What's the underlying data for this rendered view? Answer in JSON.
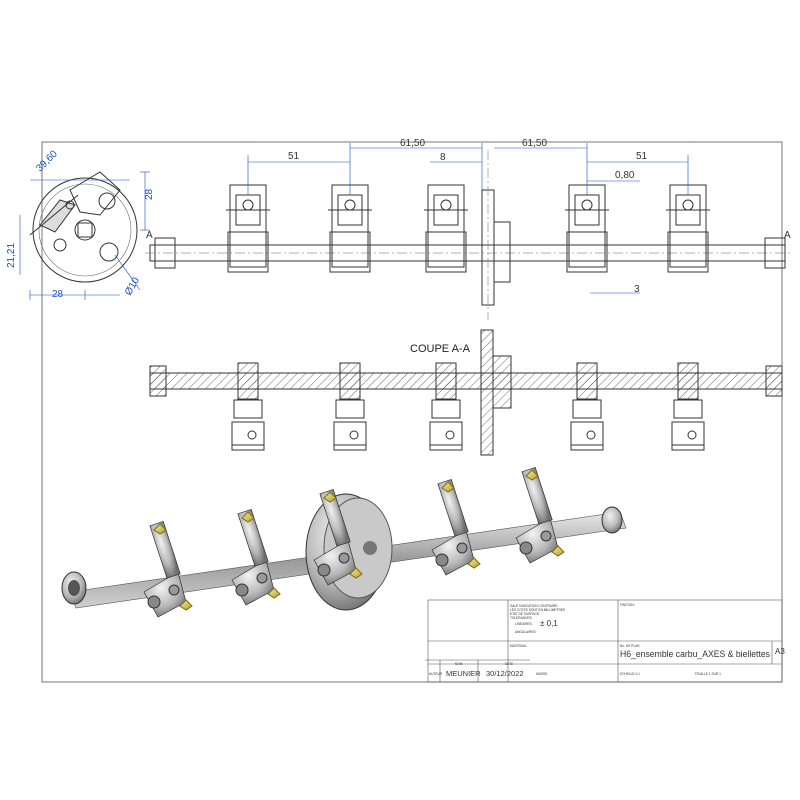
{
  "side_view": {
    "dims": {
      "d1": "39,60",
      "d2": "28",
      "d3": "21,21",
      "d4": "28",
      "d5": "Ø10"
    }
  },
  "front_view": {
    "section_mark": "A",
    "dims": {
      "spacing_left": "51",
      "spacing_mid_left": "61,50",
      "center_gap": "8",
      "spacing_mid_right": "61,50",
      "spacing_right": "51",
      "gap_small": "0,80",
      "offset": "3"
    }
  },
  "section": {
    "title": "COUPE A-A"
  },
  "title_block": {
    "tolerance_note": [
      "SAUF INDICATION CONTRAIRE:",
      "LES COTES SONT EN MILLIMETRES",
      "ETAT DE SURFACE:",
      "TOLERANCES:"
    ],
    "linear_label": "LINEAIRES :",
    "linear_value": "± 0,1",
    "angular_label": "ANGULAIRES:",
    "finish_label": "FINITION:",
    "material_label": "MATERIAU:",
    "drawing_no_label": "No. DE PLAN",
    "drawing_no": "H6_ensemble carbu_AXES & biellettes",
    "format": "A3",
    "name_label": "NOM",
    "date_label": "DATE",
    "author_label": "AUTEUR",
    "author": "MEUNIER",
    "date": "30/12/2022",
    "mass_label": "MASSE:",
    "scale_label": "ECHELLE:1:1",
    "sheet_label": "FEUILLE 1 SUR 1"
  }
}
